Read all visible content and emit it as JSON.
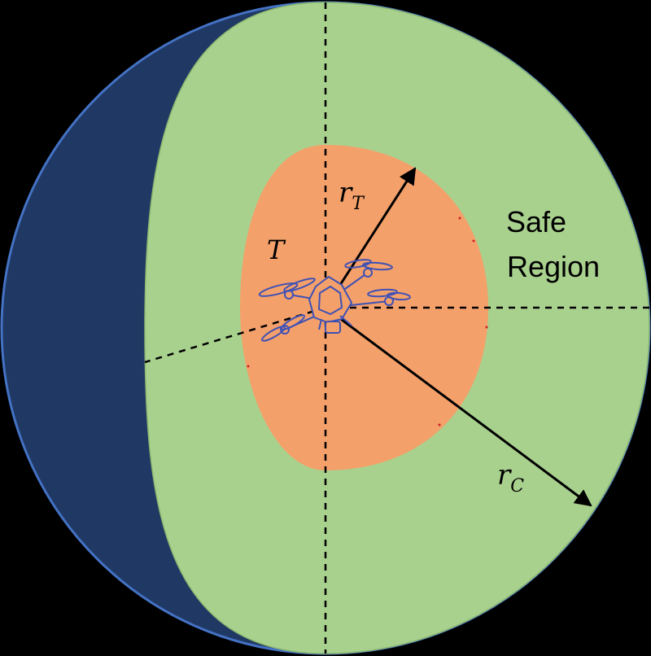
{
  "labels": {
    "target_region": "T",
    "safe_region_line1": "Safe",
    "safe_region_line2": "Region",
    "target_radius_base": "r",
    "target_radius_sub": "T",
    "cluster_radius_base": "r",
    "cluster_radius_sub": "C"
  },
  "colors": {
    "sphere_outline": "#4472C4",
    "sphere_shadow": "#203864",
    "safe_region_fill": "#A9D18E",
    "target_region_fill": "#F4A46A",
    "drone_stroke": "#3F51B5",
    "axis_lines": "#000000",
    "background": "#000000"
  },
  "icons": {
    "drone": "quadcopter-drone-icon"
  }
}
